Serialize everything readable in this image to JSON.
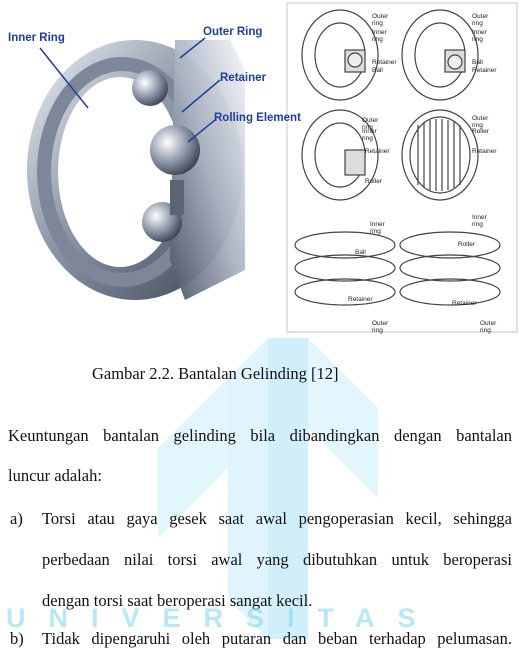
{
  "figure": {
    "left_labels": {
      "inner_ring": "Inner Ring",
      "outer_ring": "Outer Ring",
      "retainer": "Retainer",
      "rolling_element": "Rolling Element"
    },
    "ball_bearing_1": {
      "outer": "Outer ring",
      "inner": "Inner ring",
      "retainer": "Retainer",
      "ball": "Ball"
    },
    "ball_bearing_2": {
      "outer": "Outer ring",
      "inner": "Inner ring",
      "ball": "Ball",
      "retainer": "Retainer"
    },
    "roller_bearing_1": {
      "outer": "Outer ring",
      "inner": "Inner ring",
      "retainer": "Retainer",
      "roller": "Roller"
    },
    "roller_bearing_2": {
      "outer": "Outer ring",
      "roller": "Roller",
      "retainer": "Retainer"
    },
    "thrust_ball": {
      "inner": "Inner ring",
      "ball": "Ball",
      "retainer": "Retainer",
      "outer": "Outer ring"
    },
    "thrust_roller": {
      "inner": "Inner ring",
      "roller": "Roller",
      "retainer": "Retainer",
      "outer": "Outer ring"
    }
  },
  "caption": "Gambar 2.2.  Bantalan Gelinding [12]",
  "intro_line1": "Keuntungan bantalan gelinding bila dibandingkan dengan bantalan",
  "intro_line2": "luncur adalah:",
  "item_a": {
    "marker": "a)",
    "line1": "Torsi atau gaya gesek saat awal pengoperasian kecil, sehingga",
    "line2": "perbedaan nilai torsi awal yang dibutuhkan untuk beroperasi",
    "line3": "dengan torsi saat beroperasi sangat kecil."
  },
  "item_b": {
    "marker": "b)",
    "line1": "Tidak dipengaruhi oleh putaran dan beban terhadap pelumasan."
  },
  "watermark": "UNIVERSITAS"
}
